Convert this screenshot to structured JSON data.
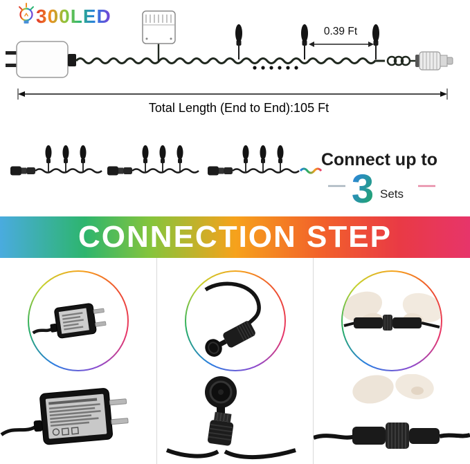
{
  "header": {
    "led_count": "300LED"
  },
  "diagram": {
    "bulb_spacing_label": "0.39 Ft",
    "total_length_label": "Total Length (End to End):105 Ft"
  },
  "connect_info": {
    "label": "Connect up to",
    "max_sets_number": "3",
    "sets_label": "Sets"
  },
  "banner": {
    "title": "CONNECTION STEP"
  },
  "colors": {
    "banner_gradient": [
      "#4aabdf",
      "#2db56e",
      "#85c43c",
      "#f6a21c",
      "#f2622a",
      "#e93a45",
      "#e7356a"
    ],
    "led_text_gradient": [
      "#e2342b",
      "#f08c1f",
      "#8cc63e",
      "#2bb673",
      "#2a7de1",
      "#7b3fd4"
    ],
    "sets_number_gradient": [
      "#2f80ed",
      "#1faa59"
    ],
    "wire_color": "#20281f",
    "divider_color": "#d9d9d9"
  }
}
